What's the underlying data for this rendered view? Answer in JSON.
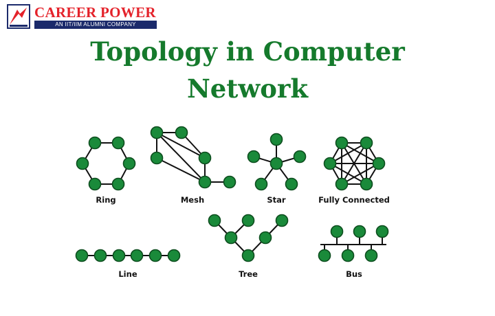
{
  "brand": {
    "name": "CAREER POWER",
    "tagline": "AN IIT/IIM ALUMNI COMPANY",
    "colors": {
      "red": "#e4222a",
      "navy": "#1b2a6b"
    }
  },
  "title": {
    "line1": "Topology in Computer",
    "line2": "Network",
    "color": "#157a2c"
  },
  "node_color": "#1a8a3a",
  "topologies": {
    "ring": "Ring",
    "mesh": "Mesh",
    "star": "Star",
    "fully_connected": "Fully Connected",
    "line": "Line",
    "tree": "Tree",
    "bus": "Bus"
  }
}
